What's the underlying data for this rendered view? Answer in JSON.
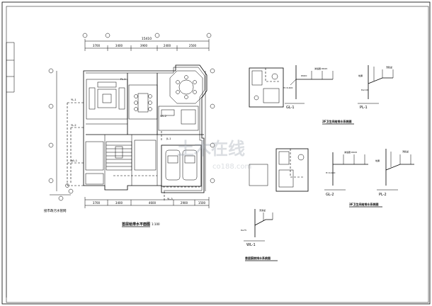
{
  "drawing": {
    "plan_title": "首层给排水平面图",
    "plan_scale": "1:100",
    "plan_note": "接市政污水管网",
    "dimensions": {
      "top_total": "15410",
      "top_parts": [
        "3700",
        "3400",
        "3900",
        "2400",
        "2500"
      ],
      "bottom_parts": [
        "3700",
        "3400",
        "4600",
        "2900",
        "1500"
      ]
    },
    "pipe_tags": [
      "YL-1",
      "YL-2",
      "WL-1",
      "JL-1",
      "FL-1",
      "WL-2",
      "YL-3"
    ]
  },
  "sections": [
    {
      "title": "2F卫生间给排水系统图",
      "labels": [
        "GL-1",
        "PL-1"
      ]
    },
    {
      "title": "3F卫生间给排水系统图",
      "labels": [
        "GL-2",
        "PL-2"
      ]
    },
    {
      "title": "首层厨房排水系统图",
      "labels": [
        "WL-1"
      ]
    }
  ],
  "watermark": {
    "main": "土木在线",
    "sub": "co188.com"
  },
  "colors": {
    "line": "#000000",
    "paper": "#ffffff",
    "watermark": "#9aa3ad"
  }
}
